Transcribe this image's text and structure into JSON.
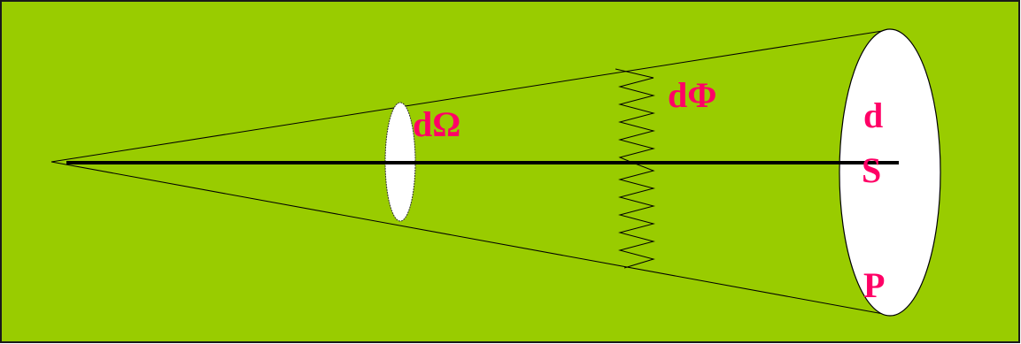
{
  "diagram": {
    "background_color": "#99cc00",
    "line_color": "#000000",
    "label_color": "#ff0066",
    "surface_fill": "#ffffff",
    "labels": {
      "solid_angle": "dΩ",
      "flux": "dΦ",
      "area_d": "d",
      "area_s": "S",
      "point": "P"
    }
  }
}
